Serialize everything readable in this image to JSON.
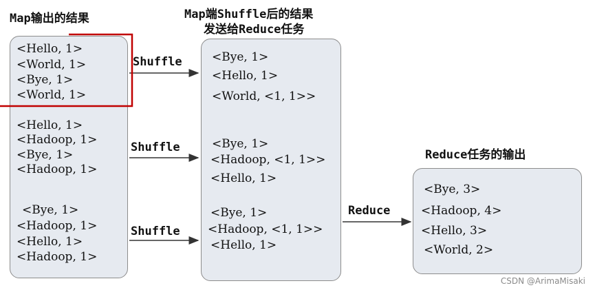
{
  "titles": {
    "map_output": "Map输出的结果",
    "shuffle_result_line1": "Map端Shuffle后的结果",
    "shuffle_result_line2": "发送给Reduce任务",
    "reduce_output": "Reduce任务的输出"
  },
  "map_output": {
    "group1": [
      "<Hello, 1>",
      "<World, 1>",
      "<Bye, 1>",
      "<World, 1>"
    ],
    "group2": [
      "<Hello, 1>",
      "<Hadoop, 1>",
      "<Bye, 1>",
      "<Hadoop, 1>"
    ],
    "group3": [
      "<Bye, 1>",
      "<Hadoop, 1>",
      "<Hello, 1>",
      "<Hadoop, 1>"
    ]
  },
  "shuffle_output": {
    "group1": [
      "<Bye, 1>",
      "<Hello, 1>",
      "<World, <1, 1>>"
    ],
    "group2": [
      "<Bye, 1>",
      "<Hadoop, <1, 1>>",
      "<Hello, 1>"
    ],
    "group3": [
      "<Bye, 1>",
      "<Hadoop, <1, 1>>",
      "<Hello, 1>"
    ]
  },
  "reduce_output": [
    "<Bye, 3>",
    "<Hadoop, 4>",
    "<Hello, 3>",
    "<World, 2>"
  ],
  "arrows": {
    "shuffle1": "Shuffle",
    "shuffle2": "Shuffle",
    "shuffle3": "Shuffle",
    "reduce": "Reduce"
  },
  "watermark": "CSDN @ArimaMisaki",
  "colors": {
    "box_fill": "#e6eaf0",
    "box_border": "#8c8c8c",
    "highlight": "#c00000"
  }
}
